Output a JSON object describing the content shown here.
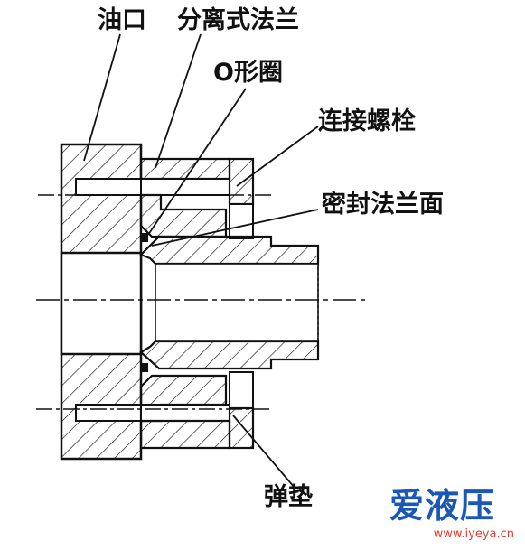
{
  "labels": {
    "oil_port": "油口",
    "split_flange": "分离式法兰",
    "o_ring": "O形圈",
    "connecting_bolt": "连接螺栓",
    "seal_flange_face": "密封法兰面",
    "spring_washer": "弹垫"
  },
  "watermark": {
    "brand": "爱液压",
    "url": "www.iyeya.cn",
    "colors": {
      "primary": "#1a57b6",
      "accent": "#e23a2d"
    }
  }
}
